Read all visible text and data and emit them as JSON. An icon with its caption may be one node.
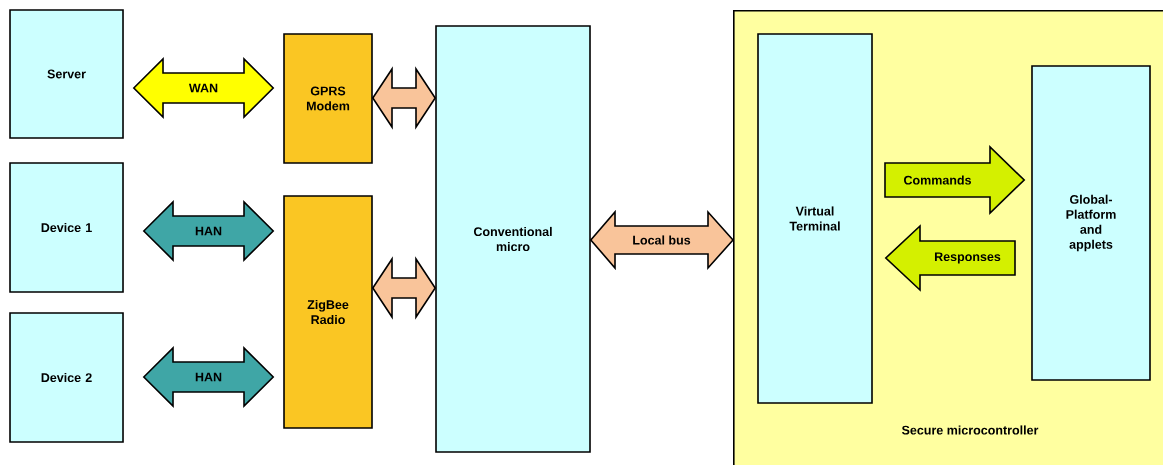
{
  "diagram": {
    "nodes": [
      {
        "text": [
          "Server"
        ]
      },
      {
        "text": [
          "Device 1"
        ]
      },
      {
        "text": [
          "Device 2"
        ]
      },
      {
        "text": [
          "GPRS Modem"
        ]
      },
      {
        "text": [
          "ZigBee Radio"
        ]
      },
      {
        "text": [
          "Conventional micro"
        ]
      },
      {
        "text": [
          "Secure microcontroller"
        ]
      },
      {
        "text": [
          "Virtual Terminal"
        ],
        "in": 6
      },
      {
        "text": [
          "Global-Platform and applets"
        ],
        "in": 6
      }
    ],
    "edges": [
      {
        "from": 0,
        "to": 3,
        "arrow": "both",
        "label": "WAN",
        "color": "#ffff00"
      },
      {
        "from": 1,
        "to": 4,
        "arrow": "both",
        "label": "HAN",
        "color": "#3fa6a6"
      },
      {
        "from": 2,
        "to": 4,
        "arrow": "both",
        "label": "HAN",
        "color": "#3fa6a6"
      },
      {
        "from": 3,
        "to": 5,
        "arrow": "both"
      },
      {
        "from": 4,
        "to": 5,
        "arrow": "both"
      },
      {
        "from": 5,
        "to": 6,
        "arrow": "both",
        "label": "Local bus"
      },
      {
        "from": 7,
        "to": 8,
        "arrow": "to",
        "label": "Commands",
        "color": "#d4f000"
      },
      {
        "from": 8,
        "to": 7,
        "arrow": "to",
        "label": "Responses",
        "color": "#d4f000"
      }
    ]
  }
}
